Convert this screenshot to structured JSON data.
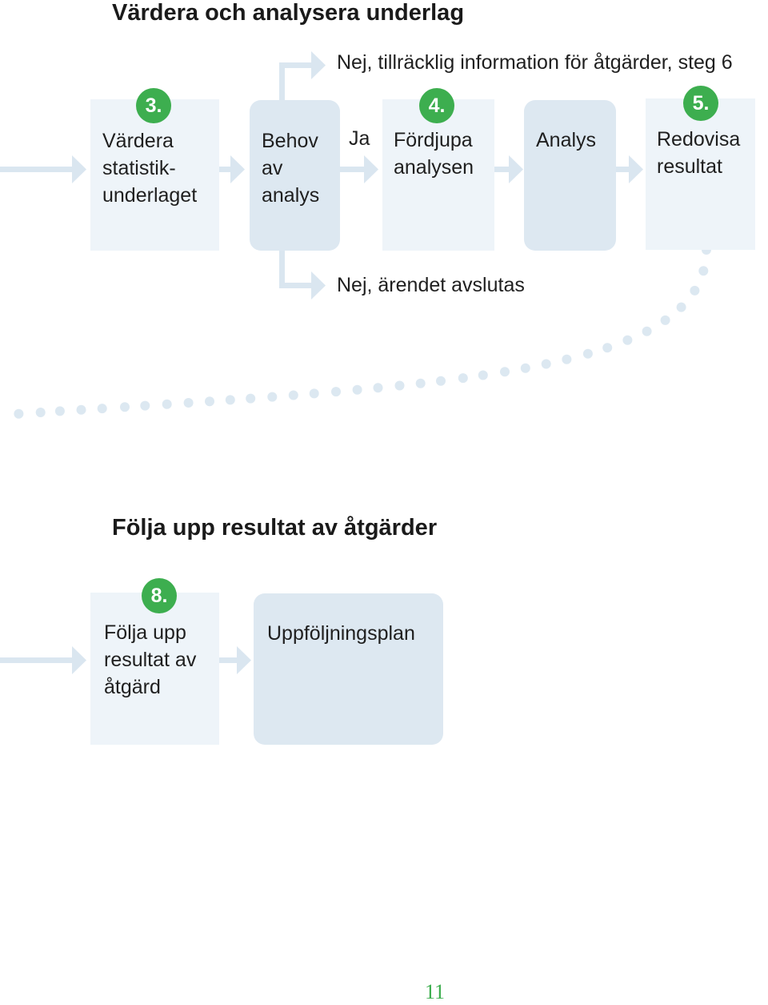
{
  "section1": {
    "title": "Värdera och analysera underlag",
    "steps": [
      {
        "badge": "3.",
        "label": "Värdera\nstatistik-\nunderlaget"
      },
      {
        "badge": "",
        "label": "Behov\nav\nanalys"
      },
      {
        "badge": "4.",
        "label": "Fördjupa\nanalysen"
      },
      {
        "badge": "",
        "label": "Analys"
      },
      {
        "badge": "5.",
        "label": "Redovisa\nresultat"
      }
    ],
    "branch_yes": "Ja",
    "branch_no_info": "Nej, tillräcklig information för åtgärder, steg 6",
    "branch_no_close": "Nej, ärendet avslutas"
  },
  "section2": {
    "title": "Följa upp resultat av åtgärder",
    "steps": [
      {
        "badge": "8.",
        "label": "Följa upp\nresultat av\nåtgärd"
      },
      {
        "badge": "",
        "label": "Uppföljningsplan"
      }
    ]
  },
  "page_number": "11",
  "colors": {
    "badge_green": "#3dae4f",
    "box_light": "#eef4f9",
    "box_rounded": "#dde8f1",
    "arrow": "#dae6f0",
    "dots": "#dce8f1"
  }
}
